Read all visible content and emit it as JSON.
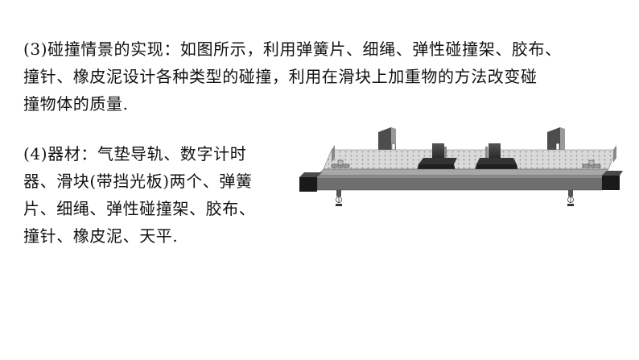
{
  "section3": {
    "lines": [
      "(3)碰撞情景的实现：如图所示，利用弹簧片、细绳、弹性碰撞架、胶布、",
      "撞针、橡皮泥设计各种类型的碰撞，利用在滑块上加重物的方法改变碰",
      "撞物体的质量."
    ]
  },
  "section4": {
    "lines": [
      "(4)器材：气垫导轨、数字计时",
      "器、滑块(带挡光板)两个、弹簧",
      "片、细绳、弹性碰撞架、胶布、",
      "撞针、橡皮泥、天平."
    ]
  },
  "figure": {
    "colors": {
      "track_top": "#d9d9d9",
      "track_front": "#6e6e6e",
      "dark": "#262626",
      "holes": "#8c8c8c"
    }
  }
}
